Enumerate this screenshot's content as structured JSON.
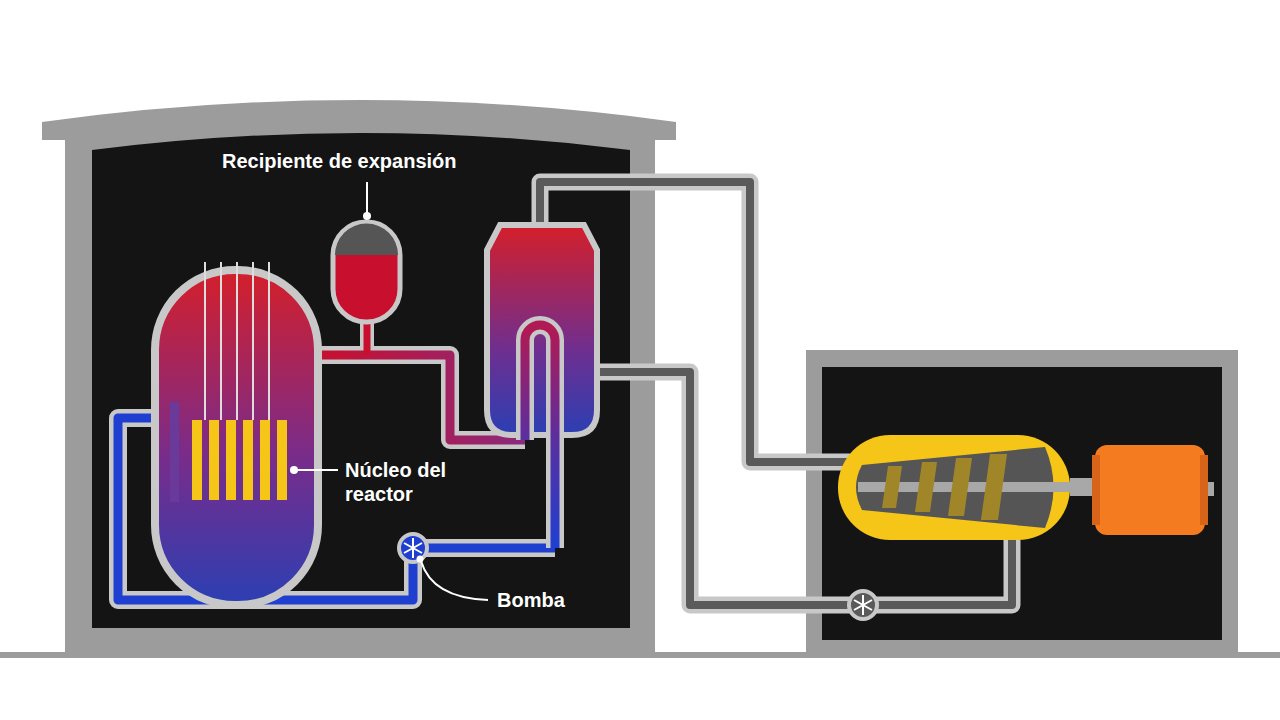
{
  "diagram": {
    "labels": [
      "Recipiente de expansión",
      "Núcleo del reactor",
      "Bomba"
    ]
  }
}
